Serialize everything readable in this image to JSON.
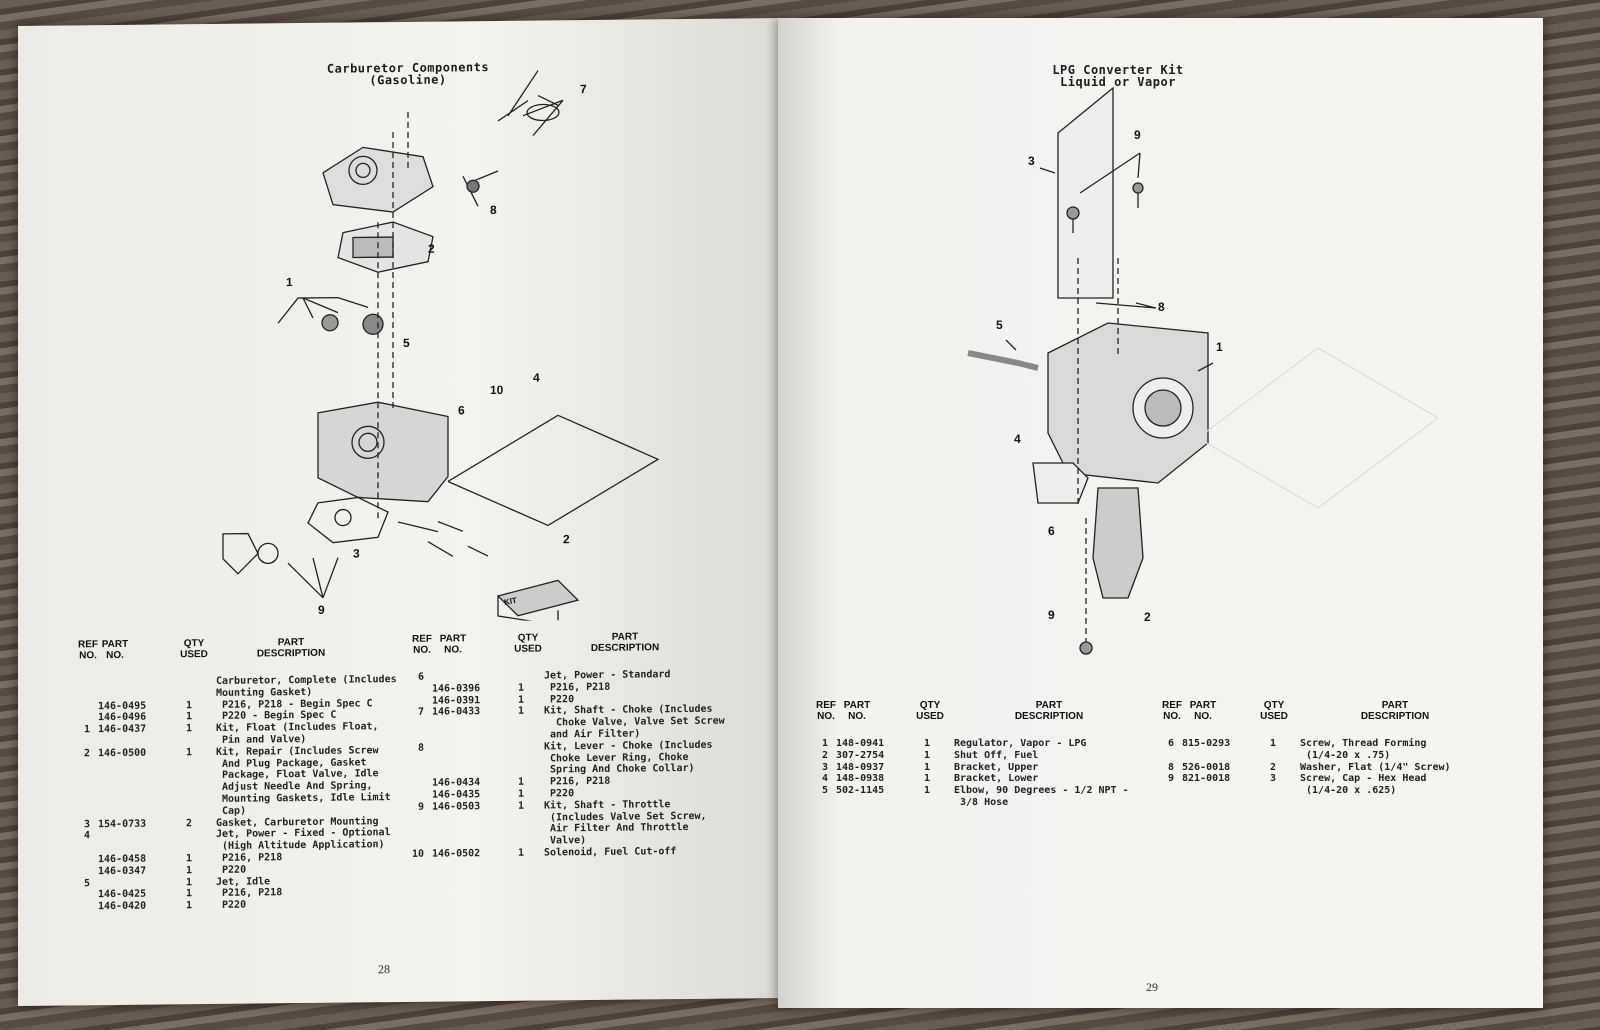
{
  "left_page": {
    "title_line1": "Carburetor Components",
    "title_line2": "(Gasoline)",
    "page_number": "28",
    "callouts": [
      "7",
      "8",
      "2",
      "1",
      "5",
      "10",
      "4",
      "6",
      "3",
      "2",
      "9"
    ],
    "kit_label": "KIT",
    "headers": {
      "ref": "REF\nNO.",
      "part": "PART\nNO.",
      "qty": "QTY\nUSED",
      "desc": "PART\nDESCRIPTION"
    },
    "table1": [
      [
        "",
        "",
        "",
        "Carburetor, Complete (Includes"
      ],
      [
        "",
        "",
        "",
        "Mounting Gasket)"
      ],
      [
        "",
        "146-0495",
        "1",
        " P216, P218 - Begin Spec C"
      ],
      [
        "",
        "146-0496",
        "1",
        " P220 - Begin Spec C"
      ],
      [
        "1",
        "146-0437",
        "1",
        "Kit, Float (Includes Float,"
      ],
      [
        "",
        "",
        "",
        "",
        " Pin and Valve)"
      ],
      [
        "2",
        "146-0500",
        "1",
        "Kit, Repair (Includes Screw"
      ],
      [
        "",
        "",
        "",
        "",
        " And Plug Package, Gasket"
      ],
      [
        "",
        "",
        "",
        "",
        " Package, Float Valve, Idle"
      ],
      [
        "",
        "",
        "",
        "",
        " Adjust Needle And Spring,"
      ],
      [
        "",
        "",
        "",
        "",
        " Mounting Gaskets, Idle Limit"
      ],
      [
        "",
        "",
        "",
        "",
        " Cap)"
      ],
      [
        "3",
        "154-0733",
        "2",
        "Gasket, Carburetor Mounting"
      ],
      [
        "4",
        "",
        "",
        "Jet, Power - Fixed - Optional"
      ],
      [
        "",
        "",
        "",
        "",
        " (High Altitude Application)"
      ],
      [
        "",
        "146-0458",
        "1",
        " P216, P218"
      ],
      [
        "",
        "146-0347",
        "1",
        " P220"
      ],
      [
        "5",
        "",
        "1",
        "Jet, Idle"
      ],
      [
        "",
        "146-0425",
        "1",
        " P216, P218"
      ],
      [
        "",
        "146-0420",
        "1",
        " P220"
      ]
    ],
    "table2": [
      [
        "6",
        "",
        "",
        "Jet, Power - Standard"
      ],
      [
        "",
        "146-0396",
        "1",
        " P216, P218"
      ],
      [
        "",
        "146-0391",
        "1",
        " P220"
      ],
      [
        "7",
        "146-0433",
        "1",
        "Kit, Shaft - Choke (Includes"
      ],
      [
        "",
        "",
        "",
        "  Choke Valve, Valve Set Screw"
      ],
      [
        "",
        "",
        "",
        "",
        " and Air Filter)"
      ],
      [
        "8",
        "",
        "",
        "Kit, Lever - Choke (Includes"
      ],
      [
        "",
        "",
        "",
        "",
        " Choke Lever Ring, Choke"
      ],
      [
        "",
        "",
        "",
        "",
        " Spring And Choke Collar)"
      ],
      [
        "",
        "146-0434",
        "1",
        " P216, P218"
      ],
      [
        "",
        "146-0435",
        "1",
        " P220"
      ],
      [
        "9",
        "146-0503",
        "1",
        "Kit, Shaft - Throttle"
      ],
      [
        "",
        "",
        "",
        "",
        " (Includes Valve Set Screw,"
      ],
      [
        "",
        "",
        "",
        "",
        " Air Filter And Throttle"
      ],
      [
        "",
        "",
        "",
        "",
        " Valve)"
      ],
      [
        "10",
        "146-0502",
        "1",
        "Solenoid, Fuel Cut-off"
      ]
    ]
  },
  "right_page": {
    "title_line1": "LPG Converter Kit",
    "title_line2": "Liquid or Vapor",
    "page_number": "29",
    "callouts": [
      "3",
      "9",
      "8",
      "5",
      "1",
      "4",
      "6",
      "2",
      "9"
    ],
    "headers": {
      "ref": "REF\nNO.",
      "part": "PART\nNO.",
      "qty": "QTY\nUSED",
      "desc": "PART\nDESCRIPTION"
    },
    "table1": [
      [
        "1",
        "148-0941",
        "1",
        "Regulator, Vapor - LPG"
      ],
      [
        "2",
        "307-2754",
        "1",
        "Shut Off, Fuel"
      ],
      [
        "3",
        "148-0937",
        "1",
        "Bracket, Upper"
      ],
      [
        "4",
        "148-0938",
        "1",
        "Bracket, Lower"
      ],
      [
        "5",
        "502-1145",
        "1",
        "Elbow, 90 Degrees - 1/2 NPT -"
      ],
      [
        "",
        "",
        "",
        "",
        " 3/8 Hose"
      ]
    ],
    "table2": [
      [
        "6",
        "815-0293",
        "1",
        "Screw, Thread Forming"
      ],
      [
        "",
        "",
        "",
        "",
        " (1/4-20 x .75)"
      ],
      [
        "8",
        "526-0018",
        "2",
        "Washer, Flat (1/4\" Screw)"
      ],
      [
        "9",
        "821-0018",
        "3",
        "Screw, Cap - Hex Head"
      ],
      [
        "",
        "",
        "",
        "",
        " (1/4-20 x .625)"
      ]
    ]
  }
}
